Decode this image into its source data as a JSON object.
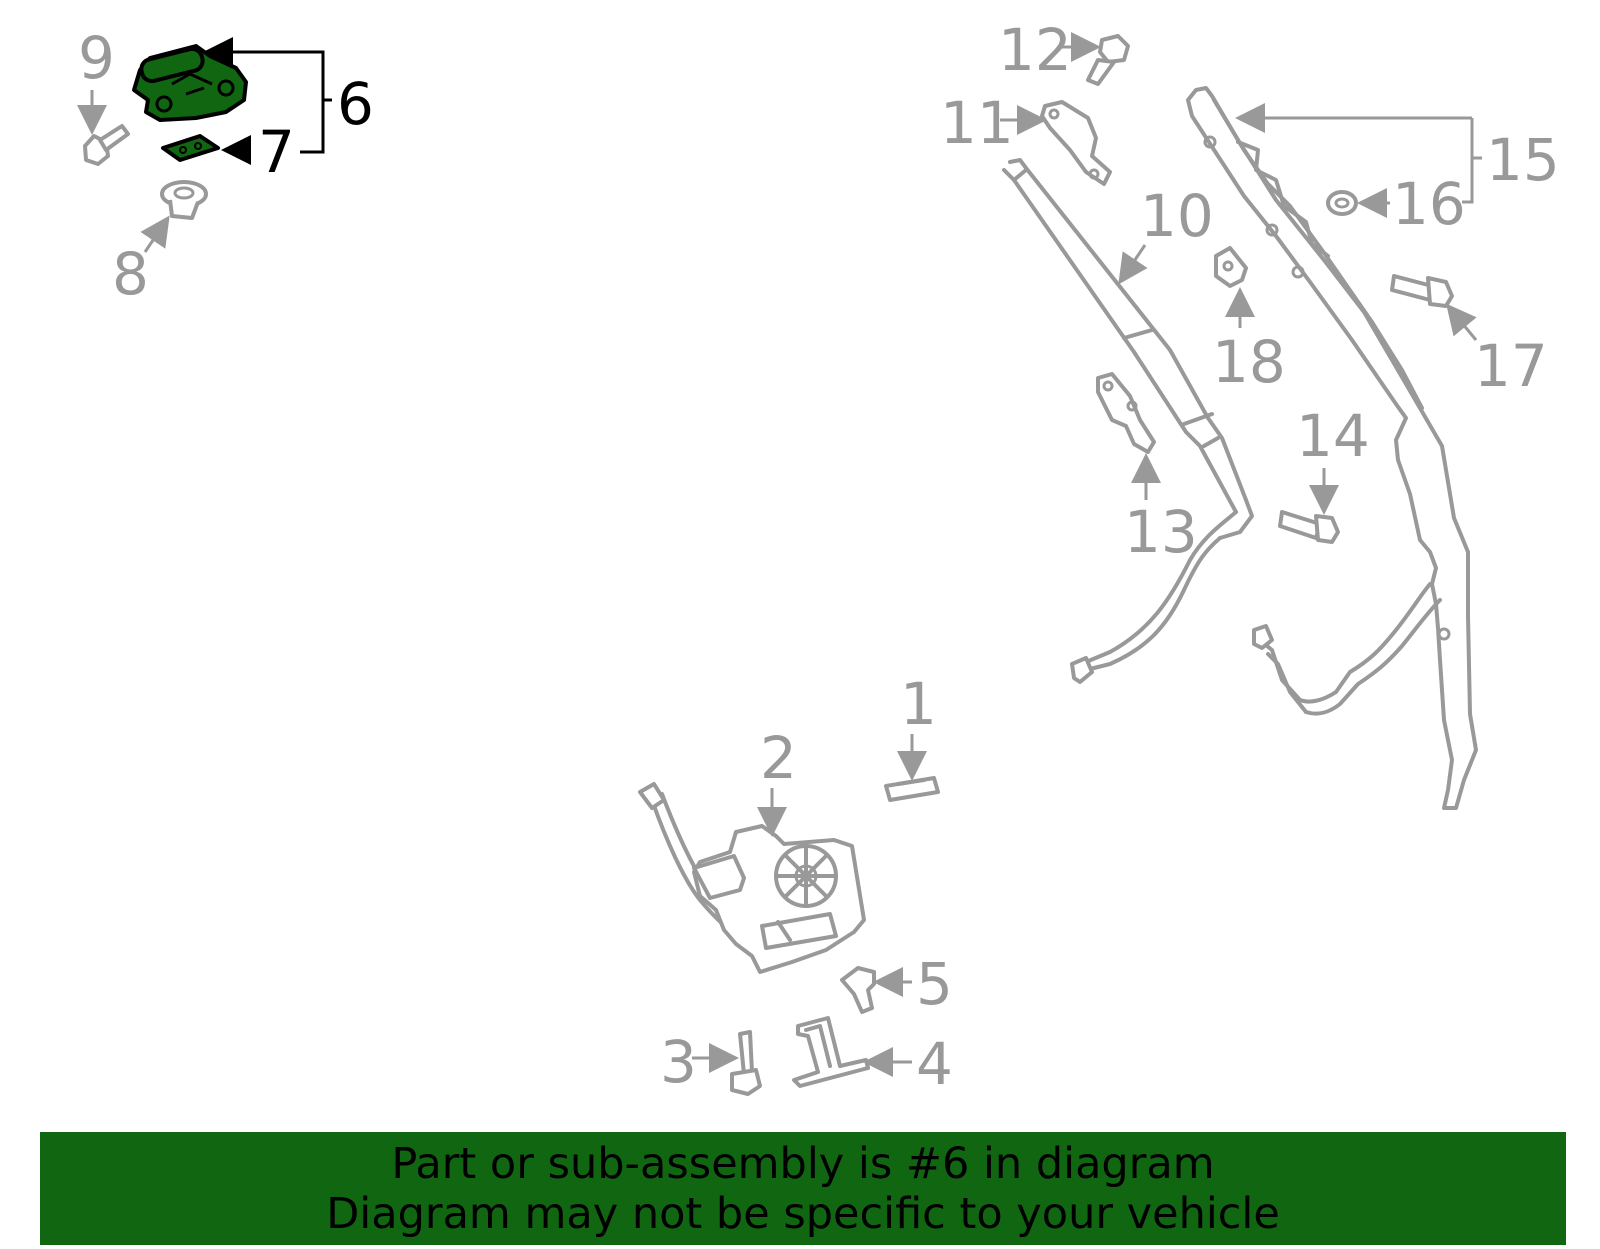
{
  "highlight": {
    "part_number": "6",
    "color": "#116611"
  },
  "callouts": {
    "c1": "1",
    "c2": "2",
    "c3": "3",
    "c4": "4",
    "c5": "5",
    "c6": "6",
    "c7": "7",
    "c8": "8",
    "c9": "9",
    "c10": "10",
    "c11": "11",
    "c12": "12",
    "c13": "13",
    "c14": "14",
    "c15": "15",
    "c16": "16",
    "c17": "17",
    "c18": "18"
  },
  "banner": {
    "line1": "Part or sub-assembly is #6 in diagram",
    "line2": "Diagram may not be specific to your vehicle",
    "background": "#116611"
  },
  "colors": {
    "part_stroke": "#999999",
    "highlight_stroke": "#000000"
  }
}
